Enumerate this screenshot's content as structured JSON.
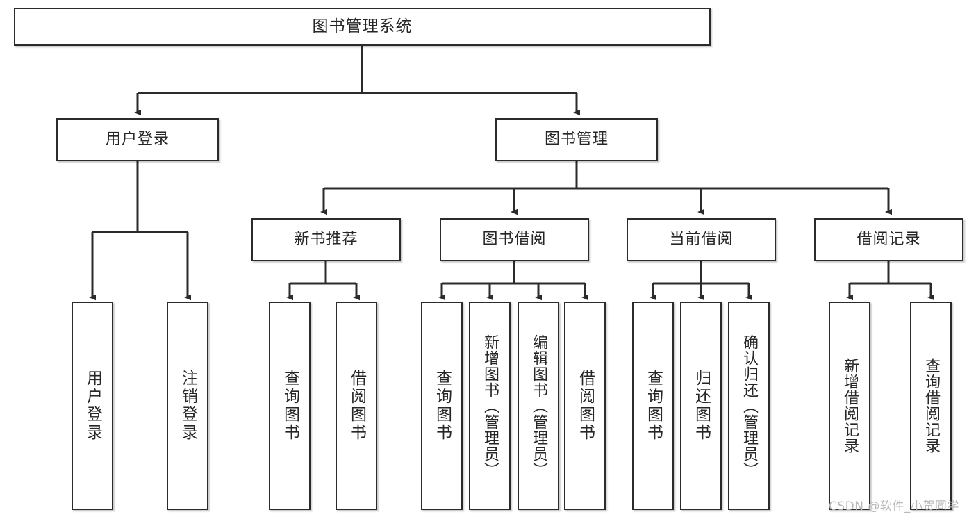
{
  "diagram": {
    "title": "图书管理系统",
    "type": "tree-hierarchy",
    "root": {
      "label": "图书管理系统"
    },
    "level2": [
      {
        "label": "用户登录"
      },
      {
        "label": "图书管理"
      }
    ],
    "level3": [
      {
        "label": "新书推荐"
      },
      {
        "label": "图书借阅"
      },
      {
        "label": "当前借阅"
      },
      {
        "label": "借阅记录"
      }
    ],
    "leaves": {
      "user_login": [
        {
          "label": "用户登录"
        },
        {
          "label": "注销登录"
        }
      ],
      "new_book_recommend": [
        {
          "label": "查询图书"
        },
        {
          "label": "借阅图书"
        }
      ],
      "book_borrow": [
        {
          "label": "查询图书"
        },
        {
          "label": "新增图书（管理员）"
        },
        {
          "label": "编辑图书（管理员）"
        },
        {
          "label": "借阅图书"
        }
      ],
      "current_borrow": [
        {
          "label": "查询图书"
        },
        {
          "label": "归还图书"
        },
        {
          "label": "确认归还（管理员）"
        }
      ],
      "borrow_record": [
        {
          "label": "新增借阅记录"
        },
        {
          "label": "查询借阅记录"
        }
      ]
    }
  },
  "watermark": {
    "text": "CSDN @软件_小贺同学"
  },
  "colors": {
    "stroke": "#2b2b2b",
    "fill": "#ffffff",
    "text": "#262626",
    "watermark": "#b9b9b9"
  }
}
